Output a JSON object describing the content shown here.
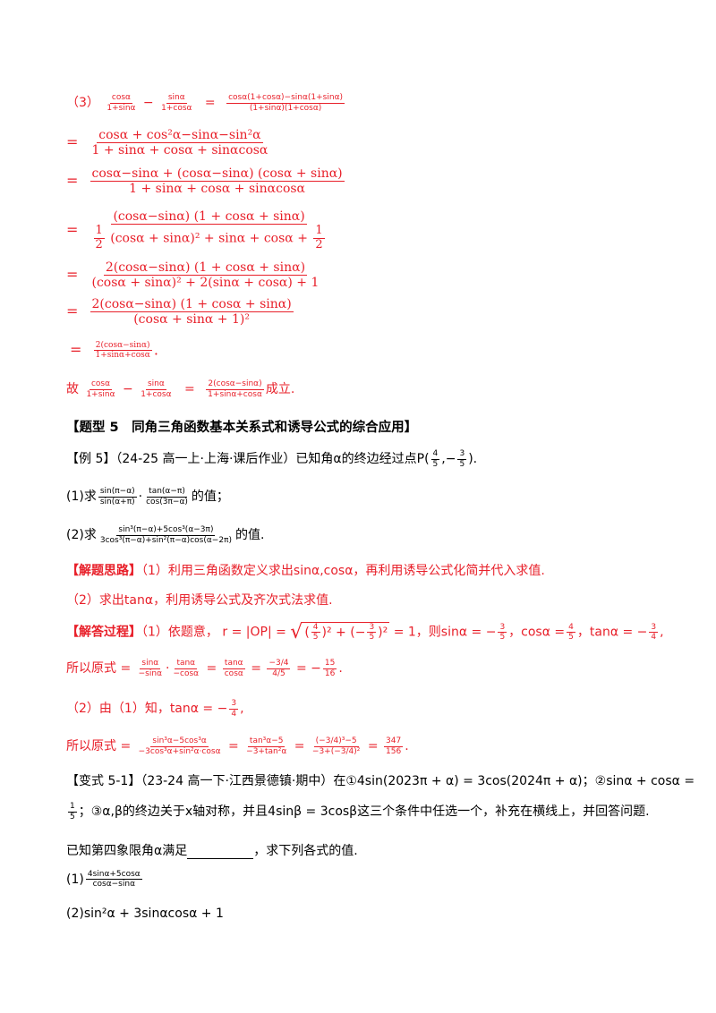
{
  "part3": {
    "label": "（3）",
    "f1_num": "cosα",
    "f1_den": "1+sinα",
    "minus": "−",
    "f2_num": "sinα",
    "f2_den": "1+cosα",
    "eq": "=",
    "f3_num": "cosα(1+cosα)−sinα(1+sinα)",
    "f3_den": "(1+sinα)(1+cosα)"
  },
  "steps": [
    {
      "num": "cosα + cos²α−sinα−sin²α",
      "den": "1 + sinα + cosα + sinαcosα"
    },
    {
      "num": "cosα−sinα + (cosα−sinα) (cosα + sinα)",
      "den": "1 + sinα + cosα + sinαcosα"
    },
    {
      "num": "(cosα−sinα) (1 + cosα + sinα)",
      "den_a": "(cosα + sinα)² + sinα + cosα +",
      "half": "1",
      "half_den": "2"
    },
    {
      "num": "2(cosα−sinα) (1 + cosα + sinα)",
      "den": "(cosα + sinα)² + 2(sinα + cosα) + 1"
    },
    {
      "num": "2(cosα−sinα) (1 + cosα + sinα)",
      "den": "(cosα + sinα + 1)²"
    },
    {
      "num": "2(cosα−sinα)",
      "den": "1+sinα+cosα",
      "tail": "."
    }
  ],
  "conclusion": {
    "prefix": "故",
    "f1_num": "cosα",
    "f1_den": "1+sinα",
    "f2_num": "sinα",
    "f2_den": "1+cosα",
    "f3_num": "2(cosα−sinα)",
    "f3_den": "1+sinα+cosα",
    "suffix": "成立."
  },
  "heading": "【题型 5　同角三角函数基本关系式和诱导公式的综合应用】",
  "example5": {
    "intro": "【例 5】（24-25 高一上·上海·课后作业）已知角α的终边经过点",
    "point": "P(",
    "px_num": "4",
    "px_den": "5",
    "sep": ",−",
    "py_num": "3",
    "py_den": "5",
    "close": ").",
    "q1_prefix": "(1)求",
    "q1_a_num": "sin(π−α)",
    "q1_a_den": "sin(α+π)",
    "dot": "·",
    "q1_b_num": "tan(α−π)",
    "q1_b_den": "cos(3π−α)",
    "q1_suffix": "的值；",
    "q2_prefix": "(2)求",
    "q2_num": "sin³(π−α)+5cos³(α−3π)",
    "q2_den": "3cos³(π−α)+sin²(π−α)cos(α−2π)",
    "q2_suffix": "的值."
  },
  "thinking": {
    "title": "【解题思路】",
    "line1": "（1）利用三角函数定义求出sinα,cosα，再利用诱导公式化简并代入求值.",
    "line2": "（2）求出tanα，利用诱导公式及齐次式法求值."
  },
  "process": {
    "title": "【解答过程】",
    "l1_a": "（1）依题意，",
    "l1_r": "r = |OP| =",
    "l1_rad_a": "(",
    "l1_n1": "4",
    "l1_d1": "5",
    "l1_rad_b": ")² + (−",
    "l1_n2": "3",
    "l1_d2": "5",
    "l1_rad_c": ")²",
    "l1_eq1": "= 1，则sinα = −",
    "l1_s_n": "3",
    "l1_s_d": "5",
    "l1_cos": "，cosα =",
    "l1_c_n": "4",
    "l1_c_d": "5",
    "l1_tan": "，tanα = −",
    "l1_t_n": "3",
    "l1_t_d": "4",
    "l1_end": ",",
    "l2_a": "所以原式 =",
    "l2_f1_n": "sinα",
    "l2_f1_d": "−sinα",
    "l2_dot": "·",
    "l2_f2_n": "tanα",
    "l2_f2_d": "−cosα",
    "l2_eq": "=",
    "l2_f3_n": "tanα",
    "l2_f3_d": "cosα",
    "l2_f4_n": "−3/4",
    "l2_f4_d": "4/5",
    "l2_res": "= −",
    "l2_r_n": "15",
    "l2_r_d": "16",
    "l2_end": ".",
    "l3_a": "（2）由（1）知，tanα = −",
    "l3_n": "3",
    "l3_d": "4",
    "l3_end": ",",
    "l4_a": "所以原式 =",
    "l4_f1_n": "sin³α−5cos³α",
    "l4_f1_d": "−3cos³α+sin²α·cosα",
    "l4_f2_n": "tan³α−5",
    "l4_f2_d": "−3+tan²α",
    "l4_f3_n": "(−3/4)³−5",
    "l4_f3_d": "−3+(−3/4)²",
    "l4_f4_n": "347",
    "l4_f4_d": "156",
    "l4_end": "."
  },
  "variant": {
    "l1": "【变式 5-1】（23-24 高一下·江西景德镇·期中）在①4sin(2023π + α) = 3cos(2024π + α)；②sinα + cosα =",
    "l2_n": "1",
    "l2_d": "5",
    "l2": "；③α,β的终边关于x轴对称，并且4sinβ = 3cosβ这三个条件中任选一个，补充在横线上，并回答问题.",
    "l3_a": "已知第四象限角α满足",
    "l3_b": "，求下列各式的值.",
    "q1_prefix": "(1)",
    "q1_num": "4sinα+5cosα",
    "q1_den": "cosα−sinα",
    "q2": "(2)sin²α + 3sinαcosα + 1"
  }
}
